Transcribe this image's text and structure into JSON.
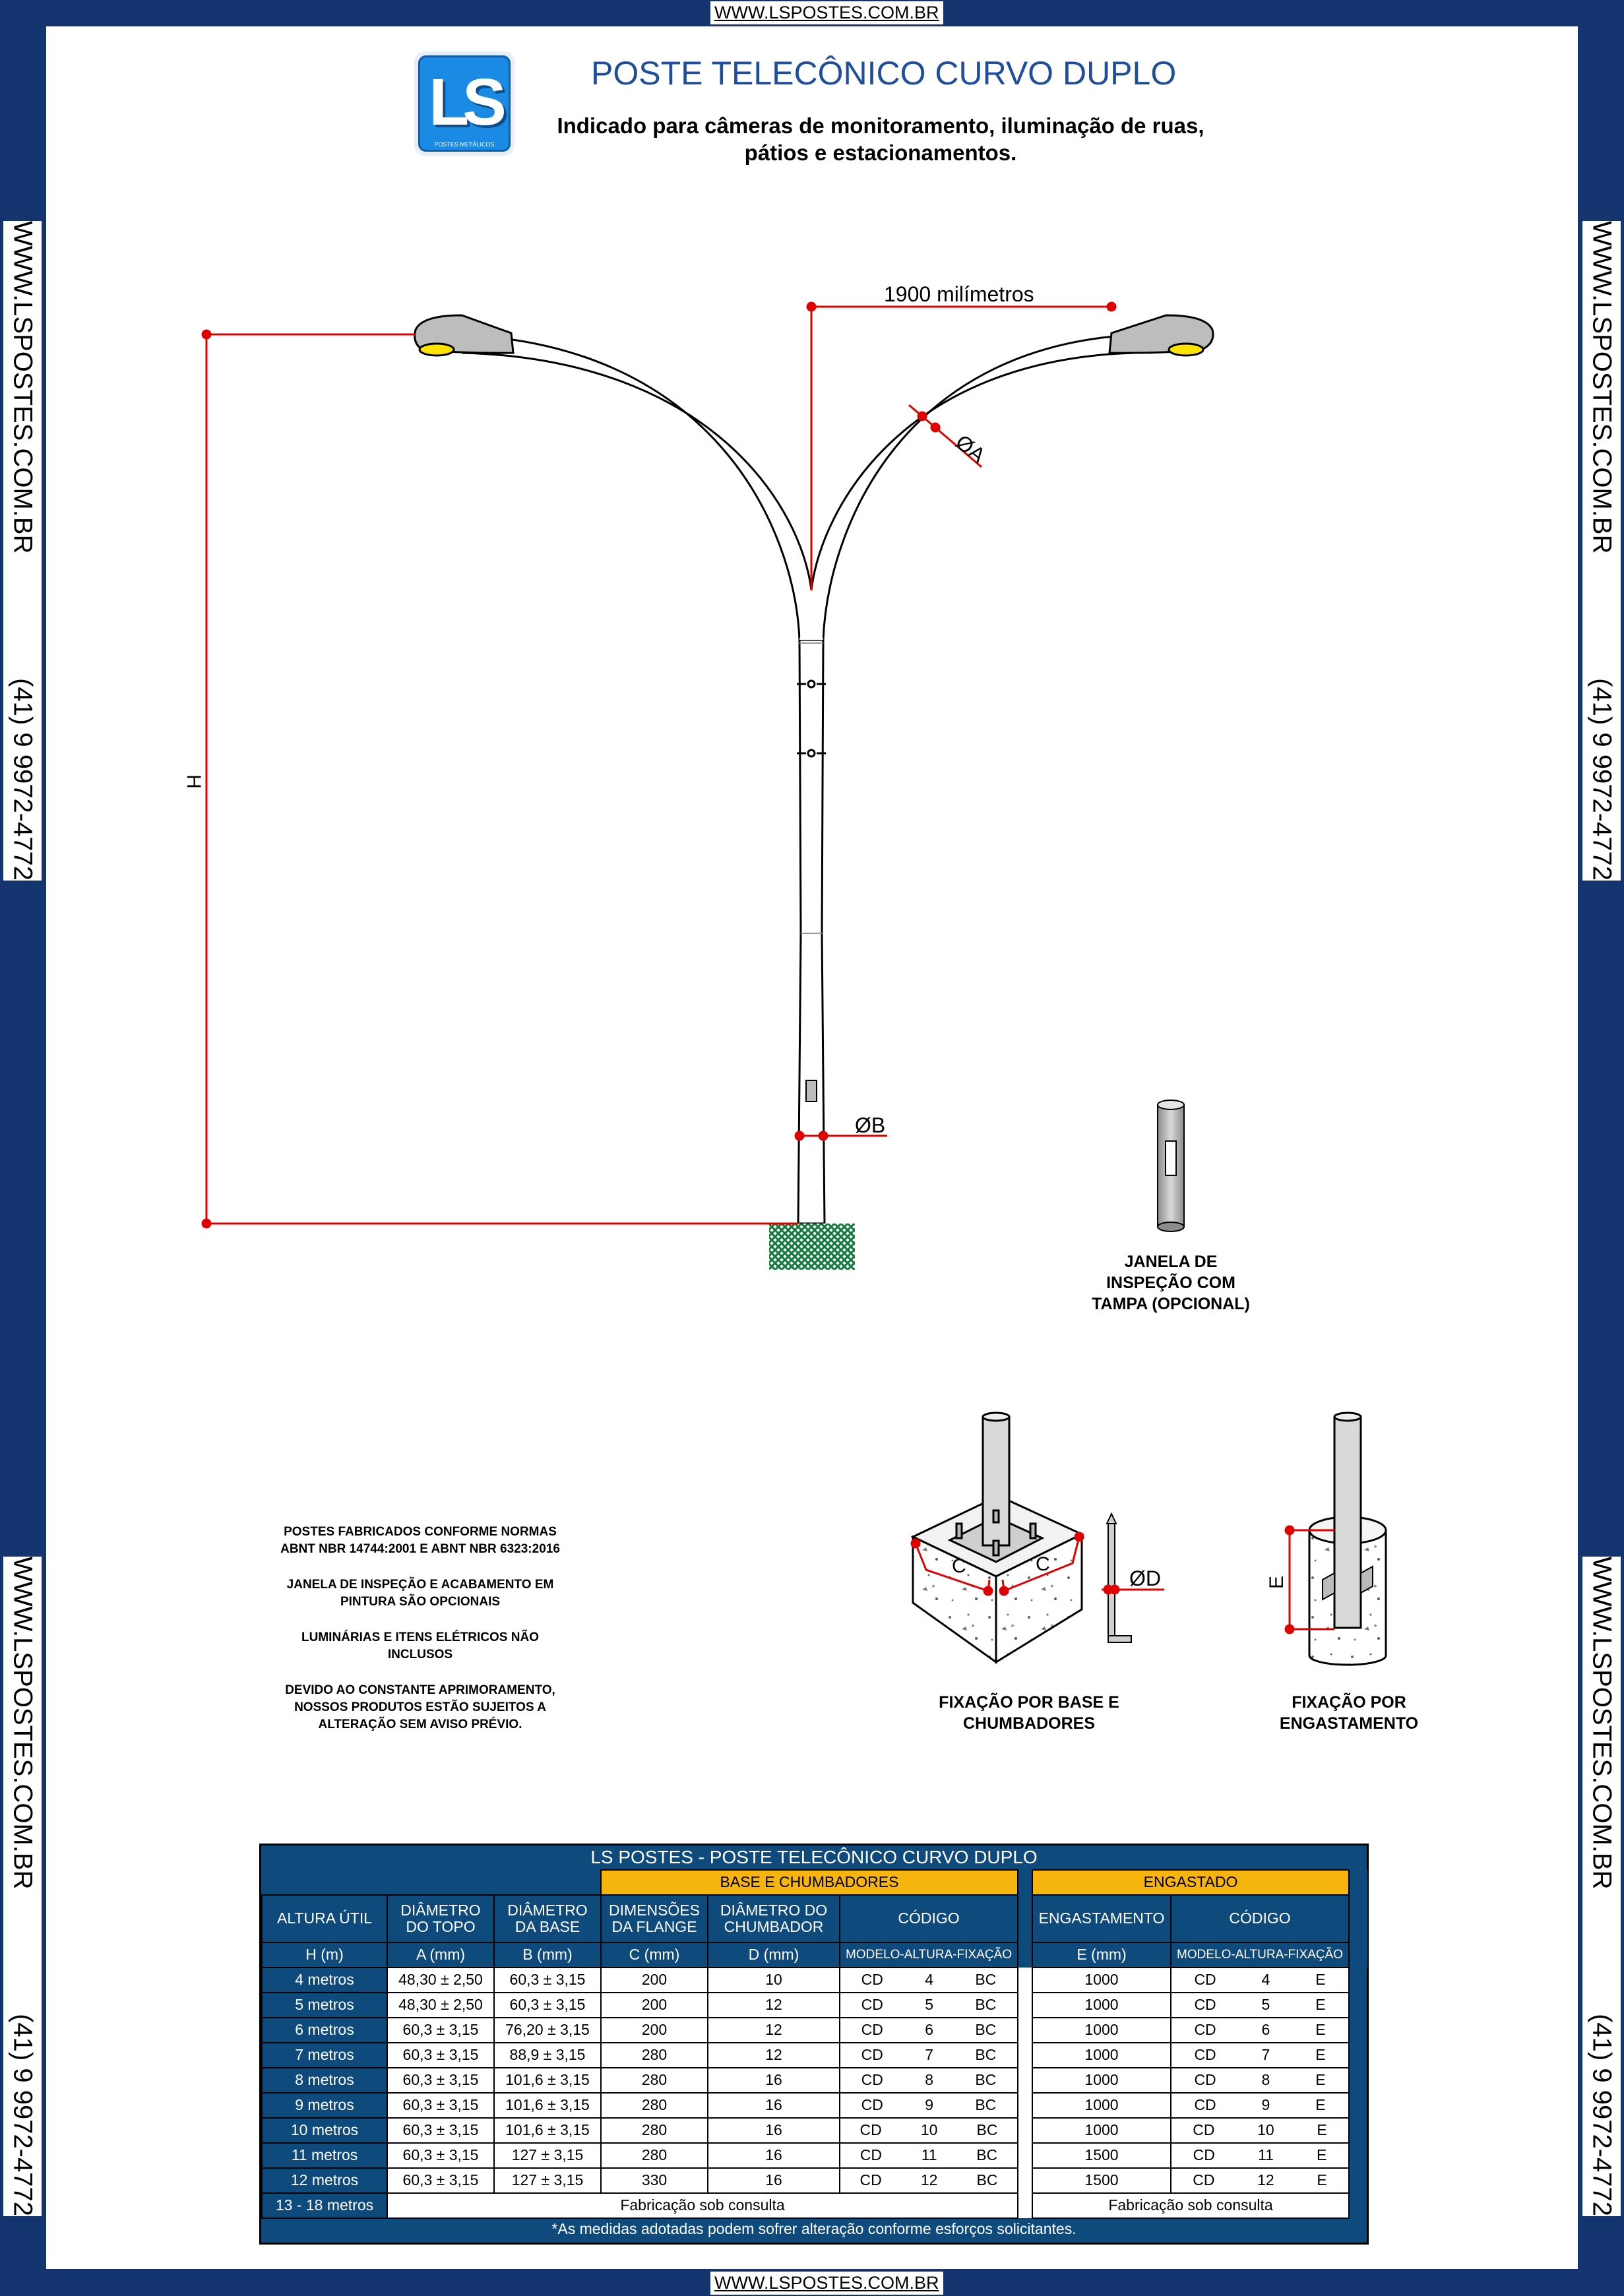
{
  "site_url": "WWW.LSPOSTES.COM.BR",
  "side_panel": {
    "site": "WWW.LSPOSTES.COM.BR",
    "phone": "(41) 9 9972-4772"
  },
  "logo": {
    "letters": "LS",
    "tagline": "POSTES METÁLICOS"
  },
  "header": {
    "title": "POSTE TELECÔNICO CURVO DUPLO",
    "subtitle_line1": "Indicado para câmeras de monitoramento, iluminação de ruas,",
    "subtitle_line2": "pátios e estacionamentos."
  },
  "drawing": {
    "arm_length": "1900 milímetros",
    "label_h": "H",
    "label_a": "ØA",
    "label_b": "ØB",
    "label_c": "C",
    "label_d": "ØD",
    "label_e": "E"
  },
  "captions": {
    "inspection_1": "JANELA DE",
    "inspection_2": "INSPEÇÃO COM",
    "inspection_3": "TAMPA (OPCIONAL)",
    "base_1": "FIXAÇÃO POR BASE E",
    "base_2": "CHUMBADORES",
    "embed_1": "FIXAÇÃO POR",
    "embed_2": "ENGASTAMENTO"
  },
  "notes": [
    {
      "l1": "POSTES FABRICADOS  CONFORME NORMAS",
      "l2": "ABNT NBR 14744:2001 E ABNT NBR 6323:2016"
    },
    {
      "l1": "JANELA DE INSPEÇÃO E ACABAMENTO EM",
      "l2": "PINTURA SÃO OPCIONAIS"
    },
    {
      "l1": "LUMINÁRIAS E ITENS ELÉTRICOS NÃO",
      "l2": "INCLUSOS"
    },
    {
      "l1": "DEVIDO AO CONSTANTE APRIMORAMENTO,",
      "l2": "NOSSOS PRODUTOS ESTÃO SUJEITOS A",
      "l3": "ALTERAÇÃO SEM AVISO PRÉVIO."
    }
  ],
  "table": {
    "title": "LS POSTES - POSTE TELECÔNICO CURVO DUPLO",
    "group_base": "BASE E CHUMBADORES",
    "group_embed": "ENGASTADO",
    "headers": {
      "height": "ALTURA ÚTIL",
      "top_1": "DIÂMETRO",
      "top_2": "DO TOPO",
      "base_1": "DIÂMETRO",
      "base_2": "DA BASE",
      "flange_1": "DIMENSÕES",
      "flange_2": "DA FLANGE",
      "anchor_1": "DIÂMETRO DO",
      "anchor_2": "CHUMBADOR",
      "code": "CÓDIGO",
      "embed": "ENGASTAMENTO",
      "code2": "CÓDIGO"
    },
    "units": {
      "h": "H (m)",
      "a": "A (mm)",
      "b": "B (mm)",
      "c": "C (mm)",
      "d": "D (mm)",
      "model": "MODELO-ALTURA-FIXAÇÃO",
      "e": "E (mm)",
      "model2": "MODELO-ALTURA-FIXAÇÃO"
    },
    "rows": [
      {
        "h": "4 metros",
        "a": "48,30 ± 2,50",
        "b": "60,3 ± 3,15",
        "c": "200",
        "d": "10",
        "m": "CD",
        "n": "4",
        "f": "BC",
        "e": "1000",
        "m2": "CD",
        "n2": "4",
        "f2": "E"
      },
      {
        "h": "5 metros",
        "a": "48,30 ± 2,50",
        "b": "60,3 ± 3,15",
        "c": "200",
        "d": "12",
        "m": "CD",
        "n": "5",
        "f": "BC",
        "e": "1000",
        "m2": "CD",
        "n2": "5",
        "f2": "E"
      },
      {
        "h": "6 metros",
        "a": "60,3 ± 3,15",
        "b": "76,20 ± 3,15",
        "c": "200",
        "d": "12",
        "m": "CD",
        "n": "6",
        "f": "BC",
        "e": "1000",
        "m2": "CD",
        "n2": "6",
        "f2": "E"
      },
      {
        "h": "7 metros",
        "a": "60,3 ± 3,15",
        "b": "88,9 ± 3,15",
        "c": "280",
        "d": "12",
        "m": "CD",
        "n": "7",
        "f": "BC",
        "e": "1000",
        "m2": "CD",
        "n2": "7",
        "f2": "E"
      },
      {
        "h": "8 metros",
        "a": "60,3 ± 3,15",
        "b": "101,6 ± 3,15",
        "c": "280",
        "d": "16",
        "m": "CD",
        "n": "8",
        "f": "BC",
        "e": "1000",
        "m2": "CD",
        "n2": "8",
        "f2": "E"
      },
      {
        "h": "9 metros",
        "a": "60,3 ± 3,15",
        "b": "101,6 ± 3,15",
        "c": "280",
        "d": "16",
        "m": "CD",
        "n": "9",
        "f": "BC",
        "e": "1000",
        "m2": "CD",
        "n2": "9",
        "f2": "E"
      },
      {
        "h": "10 metros",
        "a": "60,3 ± 3,15",
        "b": "101,6 ± 3,15",
        "c": "280",
        "d": "16",
        "m": "CD",
        "n": "10",
        "f": "BC",
        "e": "1000",
        "m2": "CD",
        "n2": "10",
        "f2": "E"
      },
      {
        "h": "11 metros",
        "a": "60,3 ± 3,15",
        "b": "127 ± 3,15",
        "c": "280",
        "d": "16",
        "m": "CD",
        "n": "11",
        "f": "BC",
        "e": "1500",
        "m2": "CD",
        "n2": "11",
        "f2": "E"
      },
      {
        "h": "12 metros",
        "a": "60,3 ± 3,15",
        "b": "127 ± 3,15",
        "c": "330",
        "d": "16",
        "m": "CD",
        "n": "12",
        "f": "BC",
        "e": "1500",
        "m2": "CD",
        "n2": "12",
        "f2": "E"
      }
    ],
    "last_row": {
      "h": "13 - 18 metros",
      "base": "Fabricação sob consulta",
      "embed": "Fabricação sob consulta"
    },
    "footnote": "*As medidas adotadas podem sofrer alteração conforme esforços solicitantes."
  }
}
